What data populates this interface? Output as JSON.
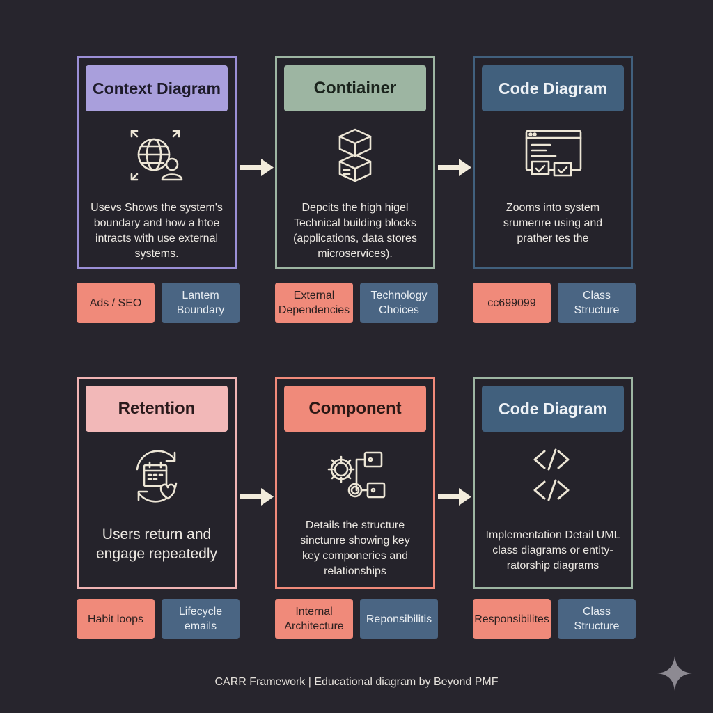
{
  "colors": {
    "background": "#27252d",
    "purple": "#9b8fd6",
    "sage": "#9db5a2",
    "steel": "#41607d",
    "pink": "#f0b4b4",
    "coral": "#f08a7a",
    "tag_salmon": "#f08a7a",
    "tag_slate": "#4a6583"
  },
  "cards": [
    {
      "title": "Context Diagram",
      "icon": "globe-user-icon",
      "description": "Usevs Shows the system's boundary and how a htoe intracts with use external systems.",
      "tags": [
        "Ads / SEO",
        "Lantem Boundary"
      ]
    },
    {
      "title": "Contiainer",
      "icon": "stacked-boxes-icon",
      "description": "Depcits the high higel Technical building blocks (applications, data stores microservices).",
      "tags": [
        "External Dependencies",
        "Technology Choices"
      ]
    },
    {
      "title": "Code Diagram",
      "icon": "browser-window-icon",
      "description": "Zooms into system srumerıre using and prather tes the",
      "tags": [
        "cc699099",
        "Class Structure"
      ]
    },
    {
      "title": "Retention",
      "icon": "calendar-heart-cycle-icon",
      "description": "Users return and engage repeatedly",
      "tags": [
        "Habit loops",
        "Lifecycle emails"
      ]
    },
    {
      "title": "Component",
      "icon": "gears-modules-icon",
      "description": "Details the structure sinctunre showing key key componeries and relationships",
      "tags": [
        "Internal Architecture",
        "Reponsibilitis"
      ]
    },
    {
      "title": "Code Diagram",
      "icon": "code-brackets-icon",
      "description": "Implementation Detail UML class diagrams or entity-ratorship diagrams",
      "tags": [
        "Responsibilites",
        "Class Structure"
      ]
    }
  ],
  "footer": "CARR Framework | Educational diagram by Beyond PMF"
}
